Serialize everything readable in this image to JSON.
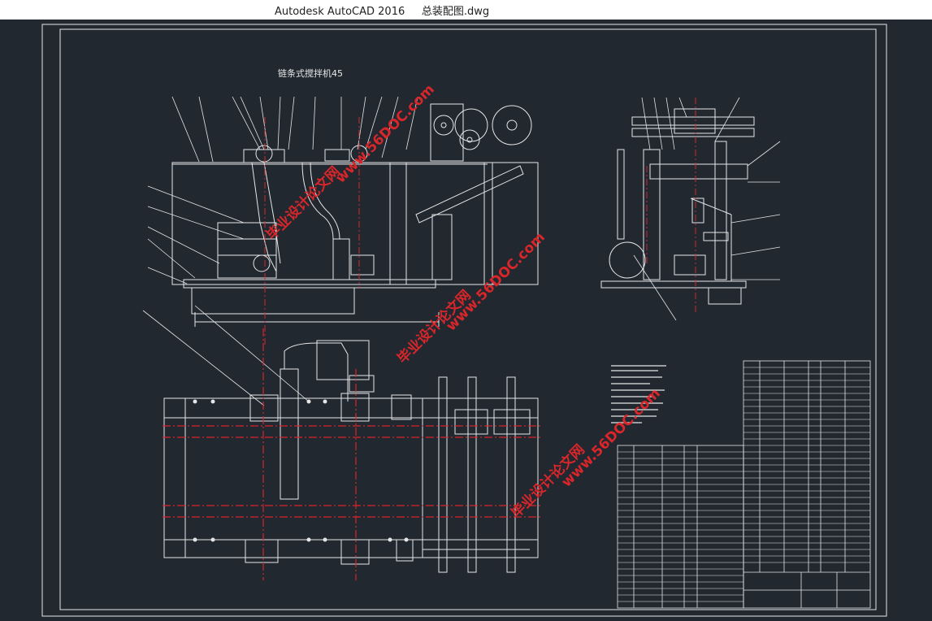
{
  "window": {
    "title": "Autodesk AutoCAD 2016     总装配图.dwg"
  },
  "drawing": {
    "heading": "链条式搅拌机45",
    "watermarks": [
      {
        "text": "www.56DOC.com"
      },
      {
        "text": "毕业设计论文网"
      },
      {
        "text": "www.56DOC.com"
      },
      {
        "text": "毕业设计论文网"
      },
      {
        "text": "www.56DOC.com"
      },
      {
        "text": "毕业设计论文网"
      }
    ]
  },
  "colors": {
    "background": "#212830",
    "lines": "#e6e6e6",
    "centerline": "#d8262a",
    "watermark": "#d8262a"
  }
}
